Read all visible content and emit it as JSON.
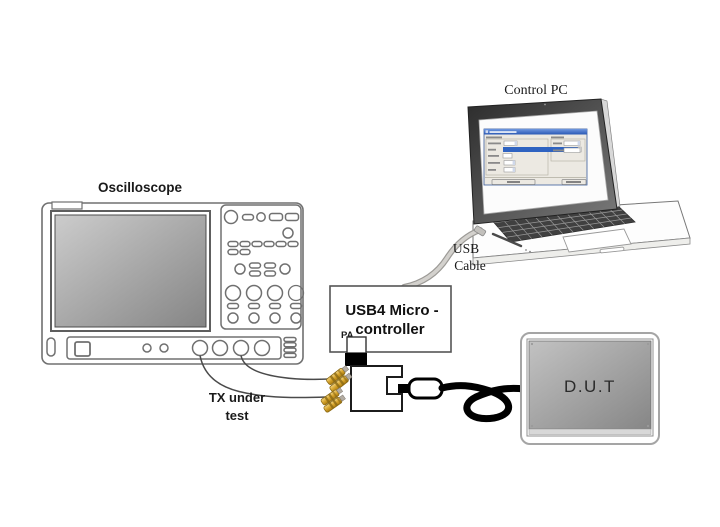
{
  "diagram": {
    "oscilloscope_label": "Oscilloscope",
    "control_pc_label": "Control PC",
    "usb_label": "USB",
    "cable_label": "Cable",
    "usb4_label_line1": "USB4 Micro -",
    "usb4_label_line2": "controller",
    "pa_label": "PA",
    "tx_label_line1": "TX under",
    "tx_label_line2": "test",
    "dut_label": "D.U.T"
  },
  "colors": {
    "background": "#ffffff",
    "line_art_gray": "#707070",
    "scope_screen_top": "#cacaca",
    "scope_screen_bottom": "#878787",
    "dut_screen_top": "#c0c0c0",
    "dut_screen_bottom": "#888888",
    "laptop_bezel_dark": "#303030",
    "laptop_bezel_light": "#757575",
    "keyboard_dark": "#404040",
    "window_titlebar_blue": "#2f63c1",
    "highlight_row_blue": "#2f63c1",
    "usb_cable_gray": "#b9b7b3",
    "data_cable_black": "#000000",
    "sma_gold": "#d9a62e",
    "sma_gold_dark": "#8a6914"
  }
}
